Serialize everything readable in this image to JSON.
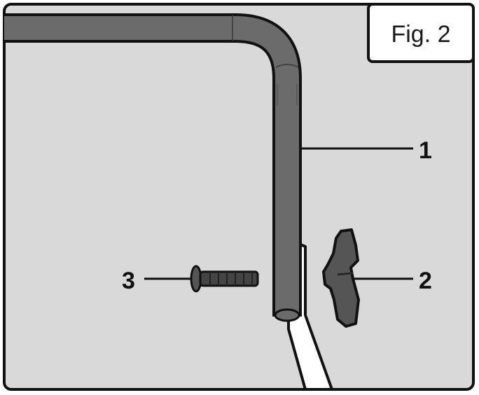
{
  "figure": {
    "label": "Fig. 2",
    "background_color": "#d9d9d9",
    "frame_color": "#111111",
    "tube_color": "#6b6b6b"
  },
  "callouts": [
    {
      "number": "1",
      "part": "handle-tube"
    },
    {
      "number": "2",
      "part": "knob"
    },
    {
      "number": "3",
      "part": "bolt"
    }
  ]
}
